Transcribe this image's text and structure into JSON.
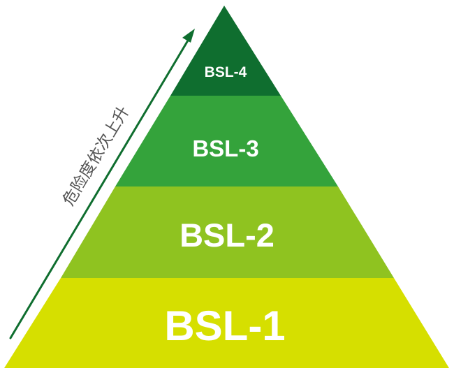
{
  "pyramid": {
    "levels": [
      {
        "label": "BSL-4",
        "color": "#0f6e2f"
      },
      {
        "label": "BSL-3",
        "color": "#34a33b"
      },
      {
        "label": "BSL-2",
        "color": "#8fc320"
      },
      {
        "label": "BSL-1",
        "color": "#d6df00"
      }
    ]
  },
  "arrow": {
    "caption": "危险度依次上升",
    "color": "#0f6e2f"
  }
}
